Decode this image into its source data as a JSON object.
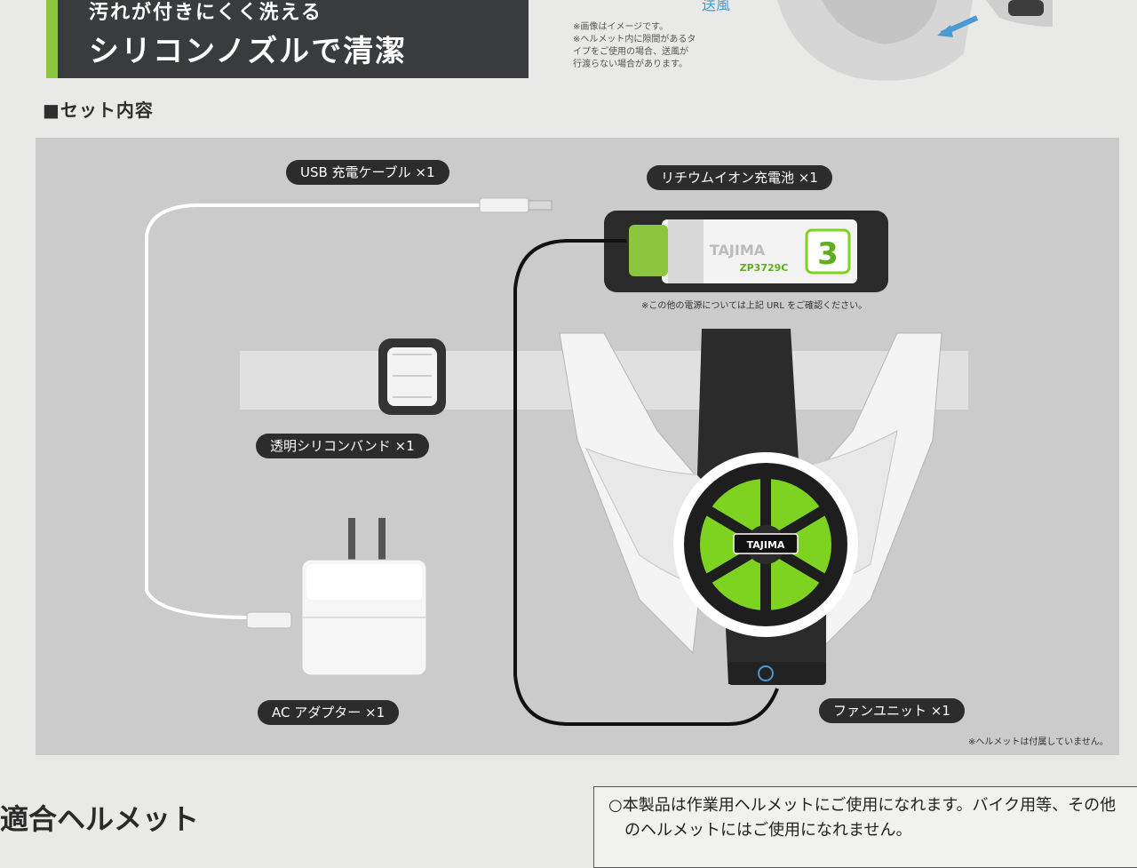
{
  "banner": {
    "line1": "汚れが付きにくく洗える",
    "line2": "シリコンノズルで清潔"
  },
  "top_notes": [
    "※画像はイメージです。",
    "※ヘルメット内に隙間があるタ",
    "イプをご使用の場合、送風が",
    "行渡らない場合があります。"
  ],
  "top_right_label": "送風",
  "section_title": "■セット内容",
  "items": {
    "usb_cable": "USB 充電ケーブル ×1",
    "battery": "リチウムイオン充電池 ×1",
    "band": "透明シリコンバンド ×1",
    "adapter": "AC アダプター ×1",
    "fan": "ファンユニット ×1"
  },
  "battery_text": {
    "brand": "TAJIMA",
    "model": "ZP3729C",
    "level": "3"
  },
  "fan_brand": "TAJIMA",
  "note_power": "※この他の電源については上記 URL をご確認ください。",
  "note_helmet": "※ヘルメットは付属していません。",
  "bottom_heading": "適合ヘルメット",
  "bottom_cut": "",
  "notice": {
    "line1": "○本製品は作業用ヘルメットにご使用になれます。バイク用等、その他",
    "line2": "のヘルメットにはご使用になれません。",
    "line3": ""
  },
  "colors": {
    "accent_green": "#8cc63f",
    "fan_green": "#7ed321",
    "panel_gray": "#cbcbcb",
    "label_dark": "#2c2c2c"
  }
}
